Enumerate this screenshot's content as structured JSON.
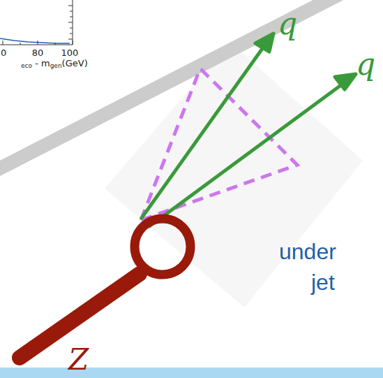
{
  "diagram": {
    "labels": [
      "0",
      "80",
      "100",
      "eco",
      " - m",
      "gen",
      "(GeV)",
      "q",
      "q",
      "Z",
      "under",
      "jet"
    ]
  }
}
